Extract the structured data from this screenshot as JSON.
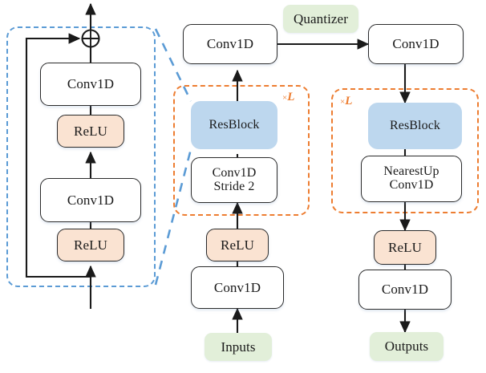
{
  "figure": {
    "type": "neural-network-architecture-diagram",
    "description": "Convolutional autoencoder / neural audio codec architecture with residual blocks, a quantizer bottleneck, encoder (stride-2 downsampling) and decoder (nearest-neighbour upsampling) paths."
  },
  "colors": {
    "relu_fill": "#FAE3D2",
    "resblock_fill": "#BDD7EE",
    "terminal_fill": "#E2EFD9",
    "box_stroke": "#2B2B2B",
    "blue_dash": "#5B9BD5",
    "orange_dash": "#ED7D31",
    "arrow": "#1A1A1A",
    "background": "#FFFFFF"
  },
  "resblock_detail": {
    "group_label": "ResBlock expansion",
    "nodes": [
      {
        "id": "res-conv1d-top",
        "label": "Conv1D",
        "style": "plain"
      },
      {
        "id": "res-relu-top",
        "label": "ReLU",
        "style": "relu"
      },
      {
        "id": "res-conv1d-bottom",
        "label": "Conv1D",
        "style": "plain"
      },
      {
        "id": "res-relu-bottom",
        "label": "ReLU",
        "style": "relu"
      }
    ],
    "adder": {
      "id": "residual-add",
      "symbol": "⊕",
      "name": "element-wise addition"
    },
    "skip_connection": "input bypasses the two Conv1D+ReLU pairs and is summed at the adder"
  },
  "encoder": {
    "nodes": [
      {
        "id": "enc-inputs",
        "label": "Inputs",
        "style": "terminal"
      },
      {
        "id": "enc-conv1d-in",
        "label": "Conv1D",
        "style": "plain"
      },
      {
        "id": "enc-relu",
        "label": "ReLU",
        "style": "relu"
      },
      {
        "id": "enc-conv1d-stride",
        "label": "Conv1D\nStride 2",
        "style": "plain"
      },
      {
        "id": "enc-resblock",
        "label": "ResBlock",
        "style": "resblock"
      },
      {
        "id": "enc-conv1d-out",
        "label": "Conv1D",
        "style": "plain"
      }
    ],
    "repeat_label": {
      "times": "×",
      "count": "L",
      "position": "top-right"
    }
  },
  "bottleneck": {
    "label": "Quantizer",
    "style": "terminal"
  },
  "decoder": {
    "nodes": [
      {
        "id": "dec-conv1d-in",
        "label": "Conv1D",
        "style": "plain"
      },
      {
        "id": "dec-resblock",
        "label": "ResBlock",
        "style": "resblock"
      },
      {
        "id": "dec-nearestup",
        "label": "NearestUp\nConv1D",
        "style": "plain"
      },
      {
        "id": "dec-relu",
        "label": "ReLU",
        "style": "relu"
      },
      {
        "id": "dec-conv1d-out",
        "label": "Conv1D",
        "style": "plain"
      },
      {
        "id": "dec-outputs",
        "label": "Outputs",
        "style": "terminal"
      }
    ],
    "repeat_label": {
      "times": "×",
      "count": "L",
      "position": "top-left"
    }
  }
}
